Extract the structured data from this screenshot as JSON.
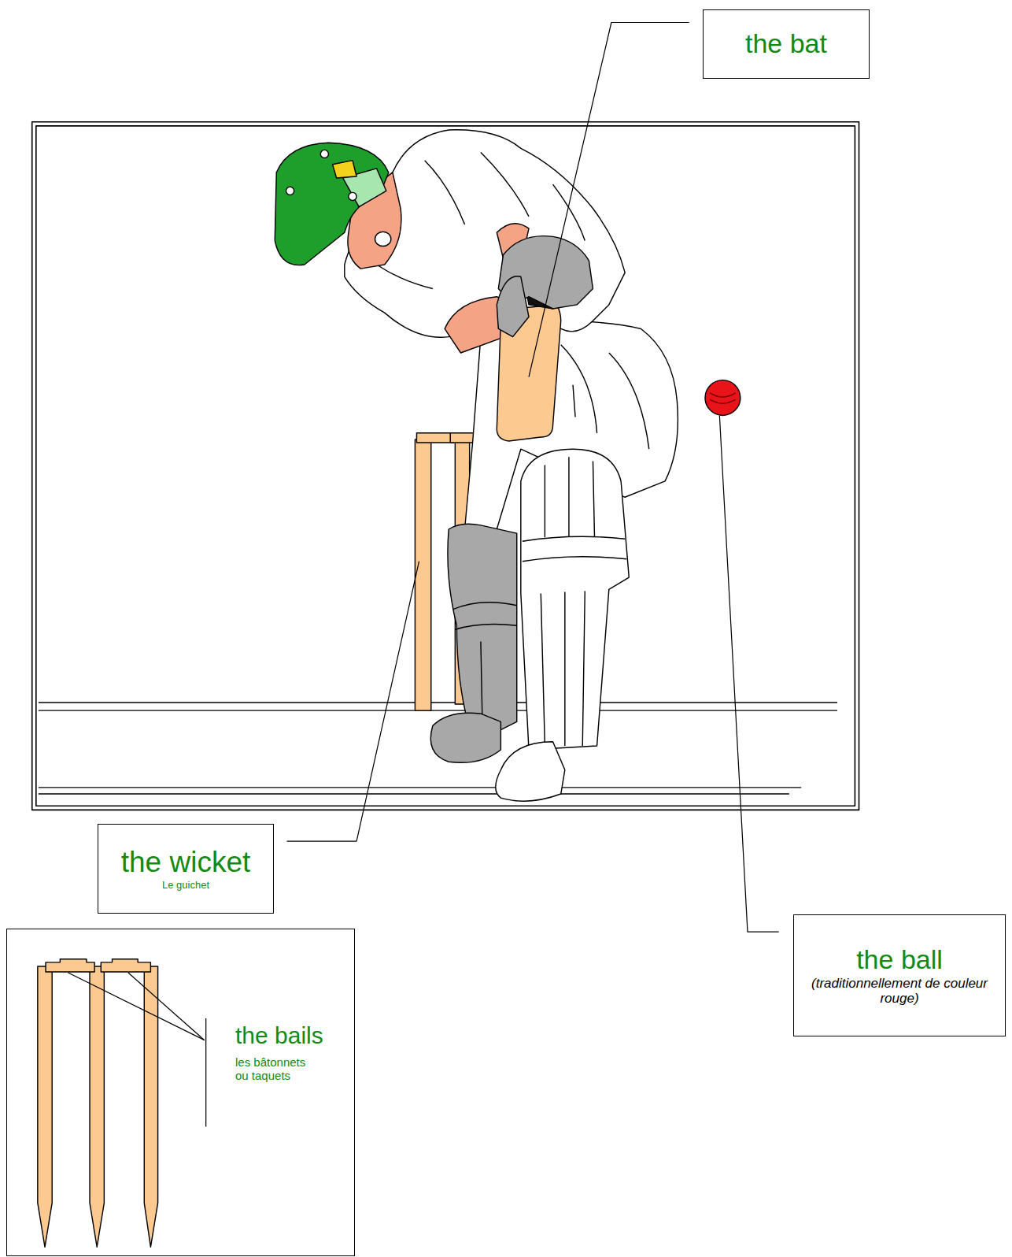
{
  "diagram": {
    "nodes": [
      {
        "text": [
          "the bat"
        ]
      },
      {
        "text": [
          "the wicket",
          "Le guichet"
        ]
      },
      {
        "text": [
          "the ball",
          "(traditionnellement de couleur rouge)"
        ]
      },
      {
        "text": [
          "the bails",
          "les bâtonnets ou taquets"
        ]
      }
    ]
  }
}
